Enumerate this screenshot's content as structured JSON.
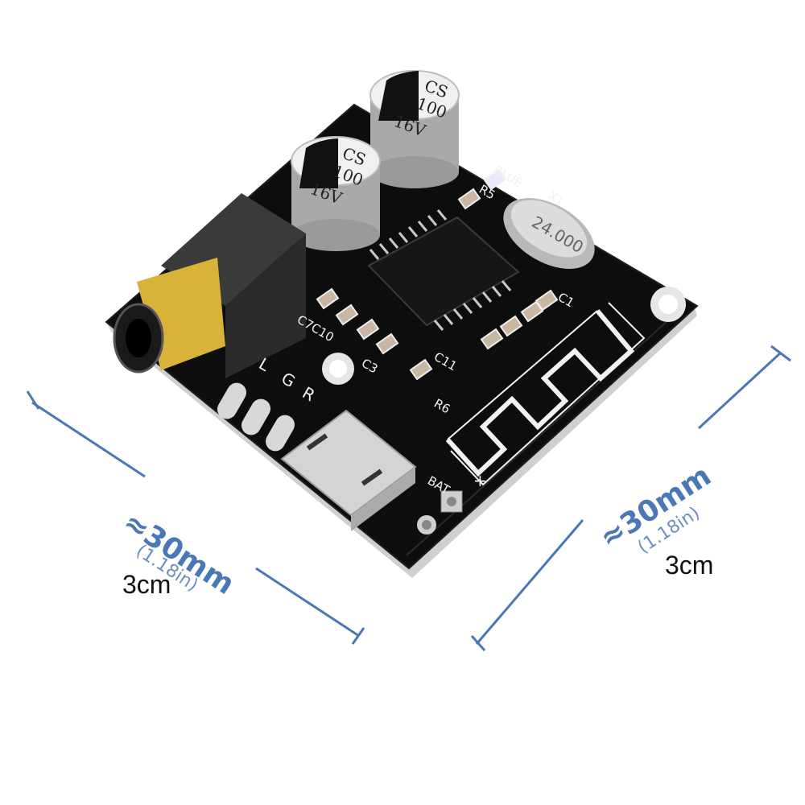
{
  "dimensions": {
    "left": {
      "approx": "≈30mm",
      "inches": "(1.18in)",
      "cm": "3cm"
    },
    "right": {
      "approx": "≈30mm",
      "inches": "(1.18in)",
      "cm": "3cm"
    }
  },
  "board_labels": {
    "cap1": [
      "CS",
      "100",
      "16V"
    ],
    "cap2": [
      "CS",
      "100",
      "16V"
    ],
    "crystal": "24.000",
    "blue": "BLUE",
    "r5": "R5",
    "x1": "X1",
    "c1": "C1",
    "c7c10": "C7C10",
    "c3": "C3",
    "c11": "C11",
    "r6": "R6",
    "l": "L",
    "g": "G",
    "r": "R",
    "bat": "BAT",
    "plus": "+"
  },
  "colors": {
    "pcb": "#0d0d0d",
    "pcb_edge": "#d8d8d8",
    "dimension_line": "#4a78b4",
    "gold": "#d9b23a",
    "silver": "#bdbdbd"
  },
  "icons": [
    "audio-jack-icon",
    "usb-port-icon",
    "antenna-icon",
    "chip-icon",
    "crystal-icon",
    "capacitor-icon"
  ]
}
